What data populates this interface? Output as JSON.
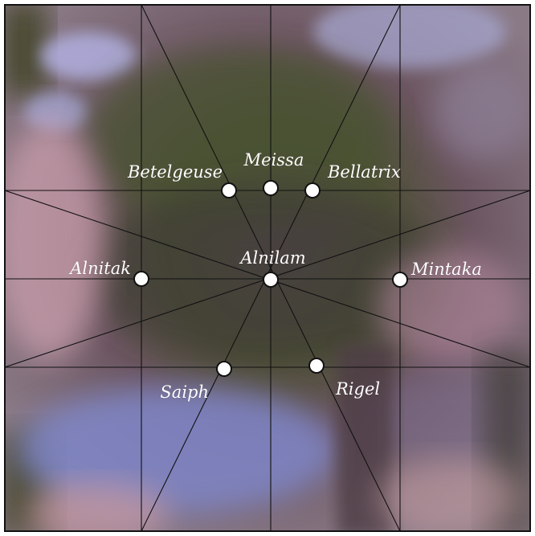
{
  "stars": [
    {
      "id": "betelgeuse",
      "name": "Betelgeuse"
    },
    {
      "id": "meissa",
      "name": "Meissa"
    },
    {
      "id": "bellatrix",
      "name": "Bellatrix"
    },
    {
      "id": "alnitak",
      "name": "Alnitak"
    },
    {
      "id": "alnilam",
      "name": "Alnilam"
    },
    {
      "id": "mintaka",
      "name": "Mintaka"
    },
    {
      "id": "saiph",
      "name": "Saiph"
    },
    {
      "id": "rigel",
      "name": "Rigel"
    }
  ],
  "colors": {
    "lines": "#111111",
    "dot_fill": "#ffffff",
    "label": "#ffffff"
  }
}
